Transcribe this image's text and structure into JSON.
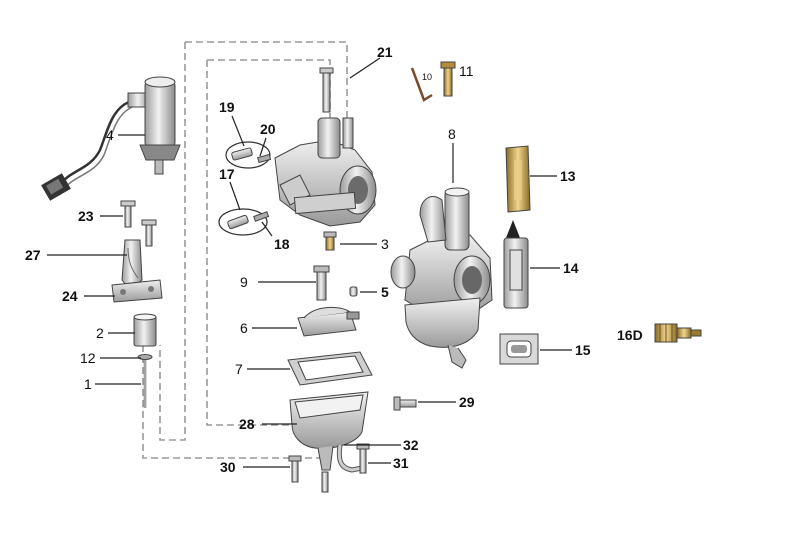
{
  "callouts": {
    "c1": "1",
    "c2": "2",
    "c3": "3",
    "c4": "4",
    "c5": "5",
    "c6": "6",
    "c7": "7",
    "c8": "8",
    "c9": "9",
    "c10": "10",
    "c11": "11",
    "c12": "12",
    "c13": "13",
    "c14": "14",
    "c15": "15",
    "c16d": "16D",
    "c17": "17",
    "c18": "18",
    "c19": "19",
    "c20": "20",
    "c21": "21",
    "c23": "23",
    "c24": "24",
    "c27": "27",
    "c28": "28",
    "c29": "29",
    "c30": "30",
    "c31": "31",
    "c32": "32"
  },
  "colors": {
    "metal_light": "#e6e6e6",
    "metal_mid": "#bdbdbd",
    "metal_dark": "#7d7d7d",
    "brass": "#c9a24a",
    "brass_dark": "#8a6a22",
    "line": "#222222",
    "dashed_outline": "#9a9a9a"
  }
}
